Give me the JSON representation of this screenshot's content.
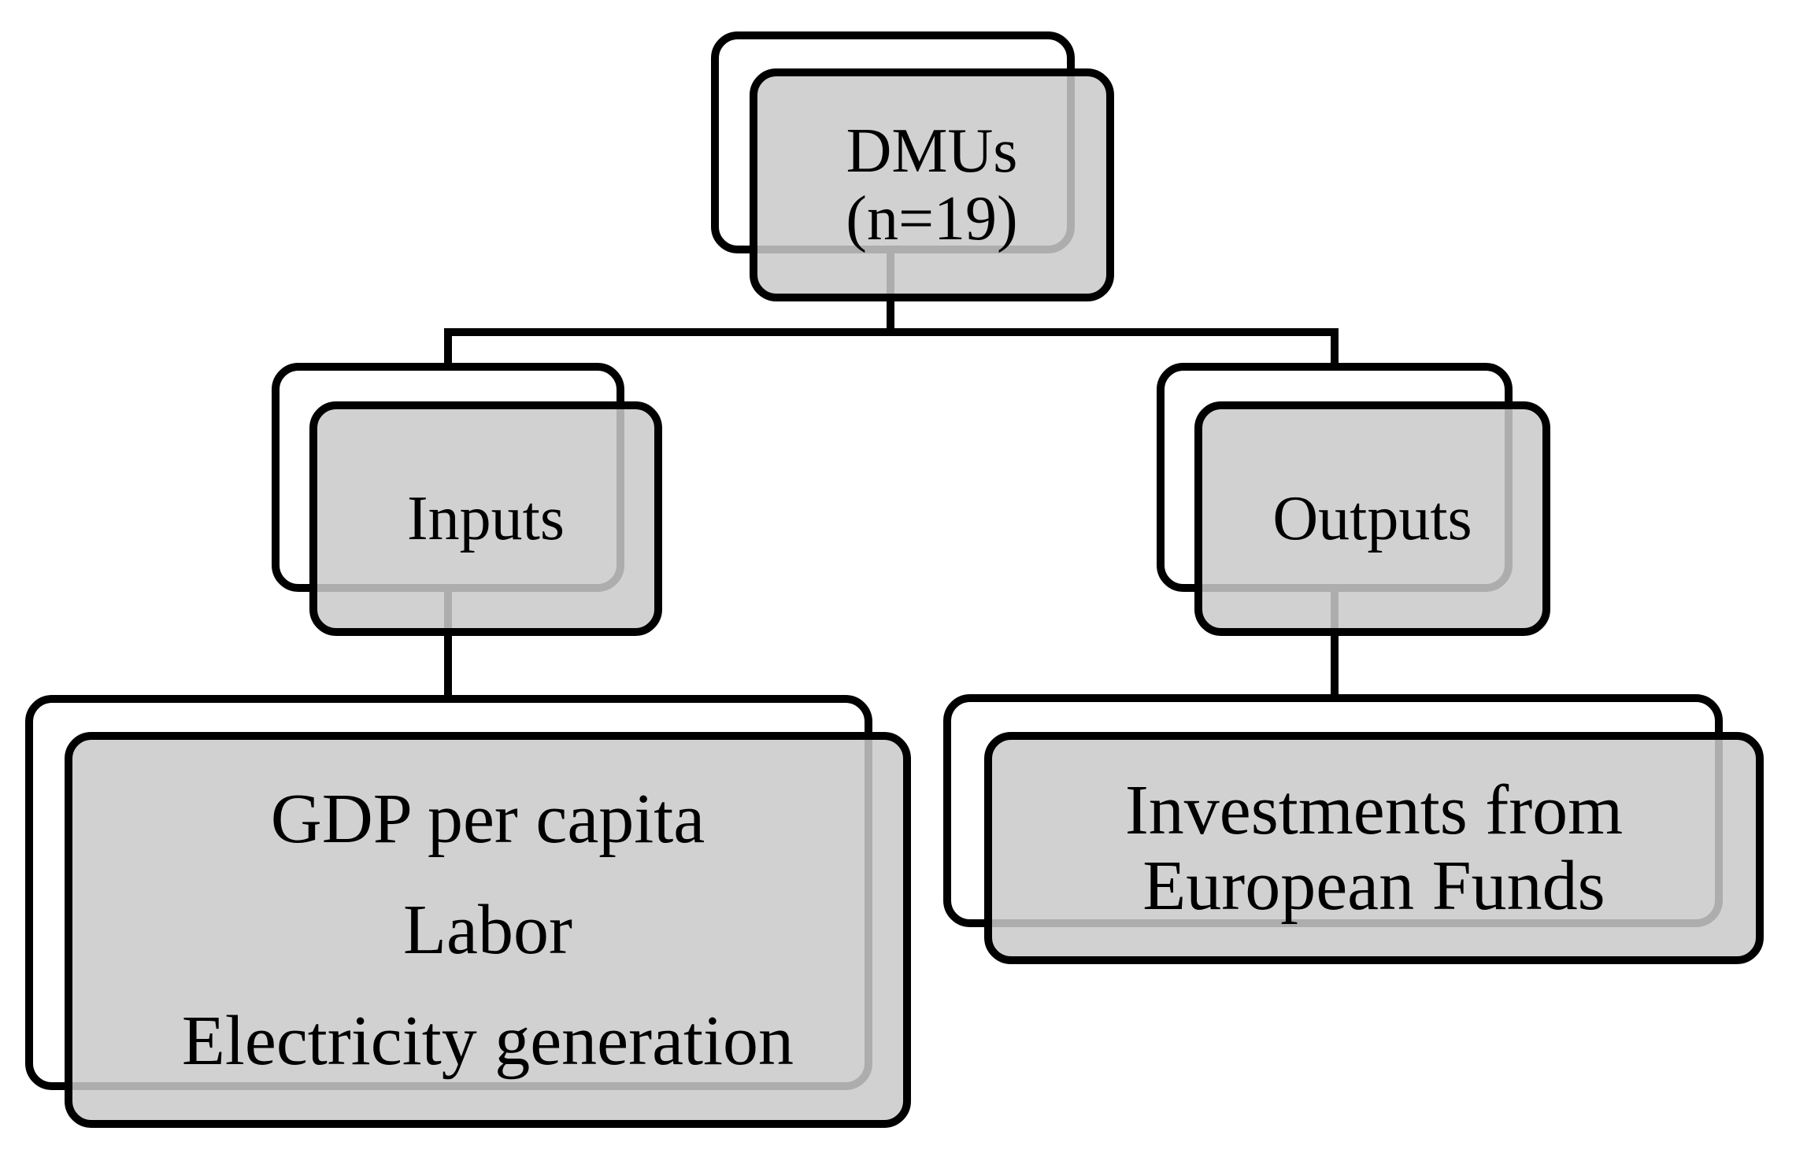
{
  "figure": {
    "type": "tree-flow-diagram",
    "background_color": "#ffffff",
    "node_fill_color": "#d2d2d2",
    "node_border_color": "#000000",
    "connector_color": "#000000",
    "text_color": "#000000"
  },
  "nodes": {
    "dmus": {
      "lines": [
        "DMUs",
        "(n=19)"
      ]
    },
    "inputs": {
      "lines": [
        "Inputs"
      ]
    },
    "outputs": {
      "lines": [
        "Outputs"
      ]
    },
    "input_variables": {
      "lines": [
        "GDP per capita",
        "Labor",
        "Electricity generation"
      ]
    },
    "output_variables": {
      "lines": [
        "Investments from",
        "European Funds"
      ]
    }
  },
  "edges": [
    {
      "from": "dmus",
      "to": "inputs"
    },
    {
      "from": "dmus",
      "to": "outputs"
    },
    {
      "from": "inputs",
      "to": "input_variables"
    },
    {
      "from": "outputs",
      "to": "output_variables"
    }
  ]
}
